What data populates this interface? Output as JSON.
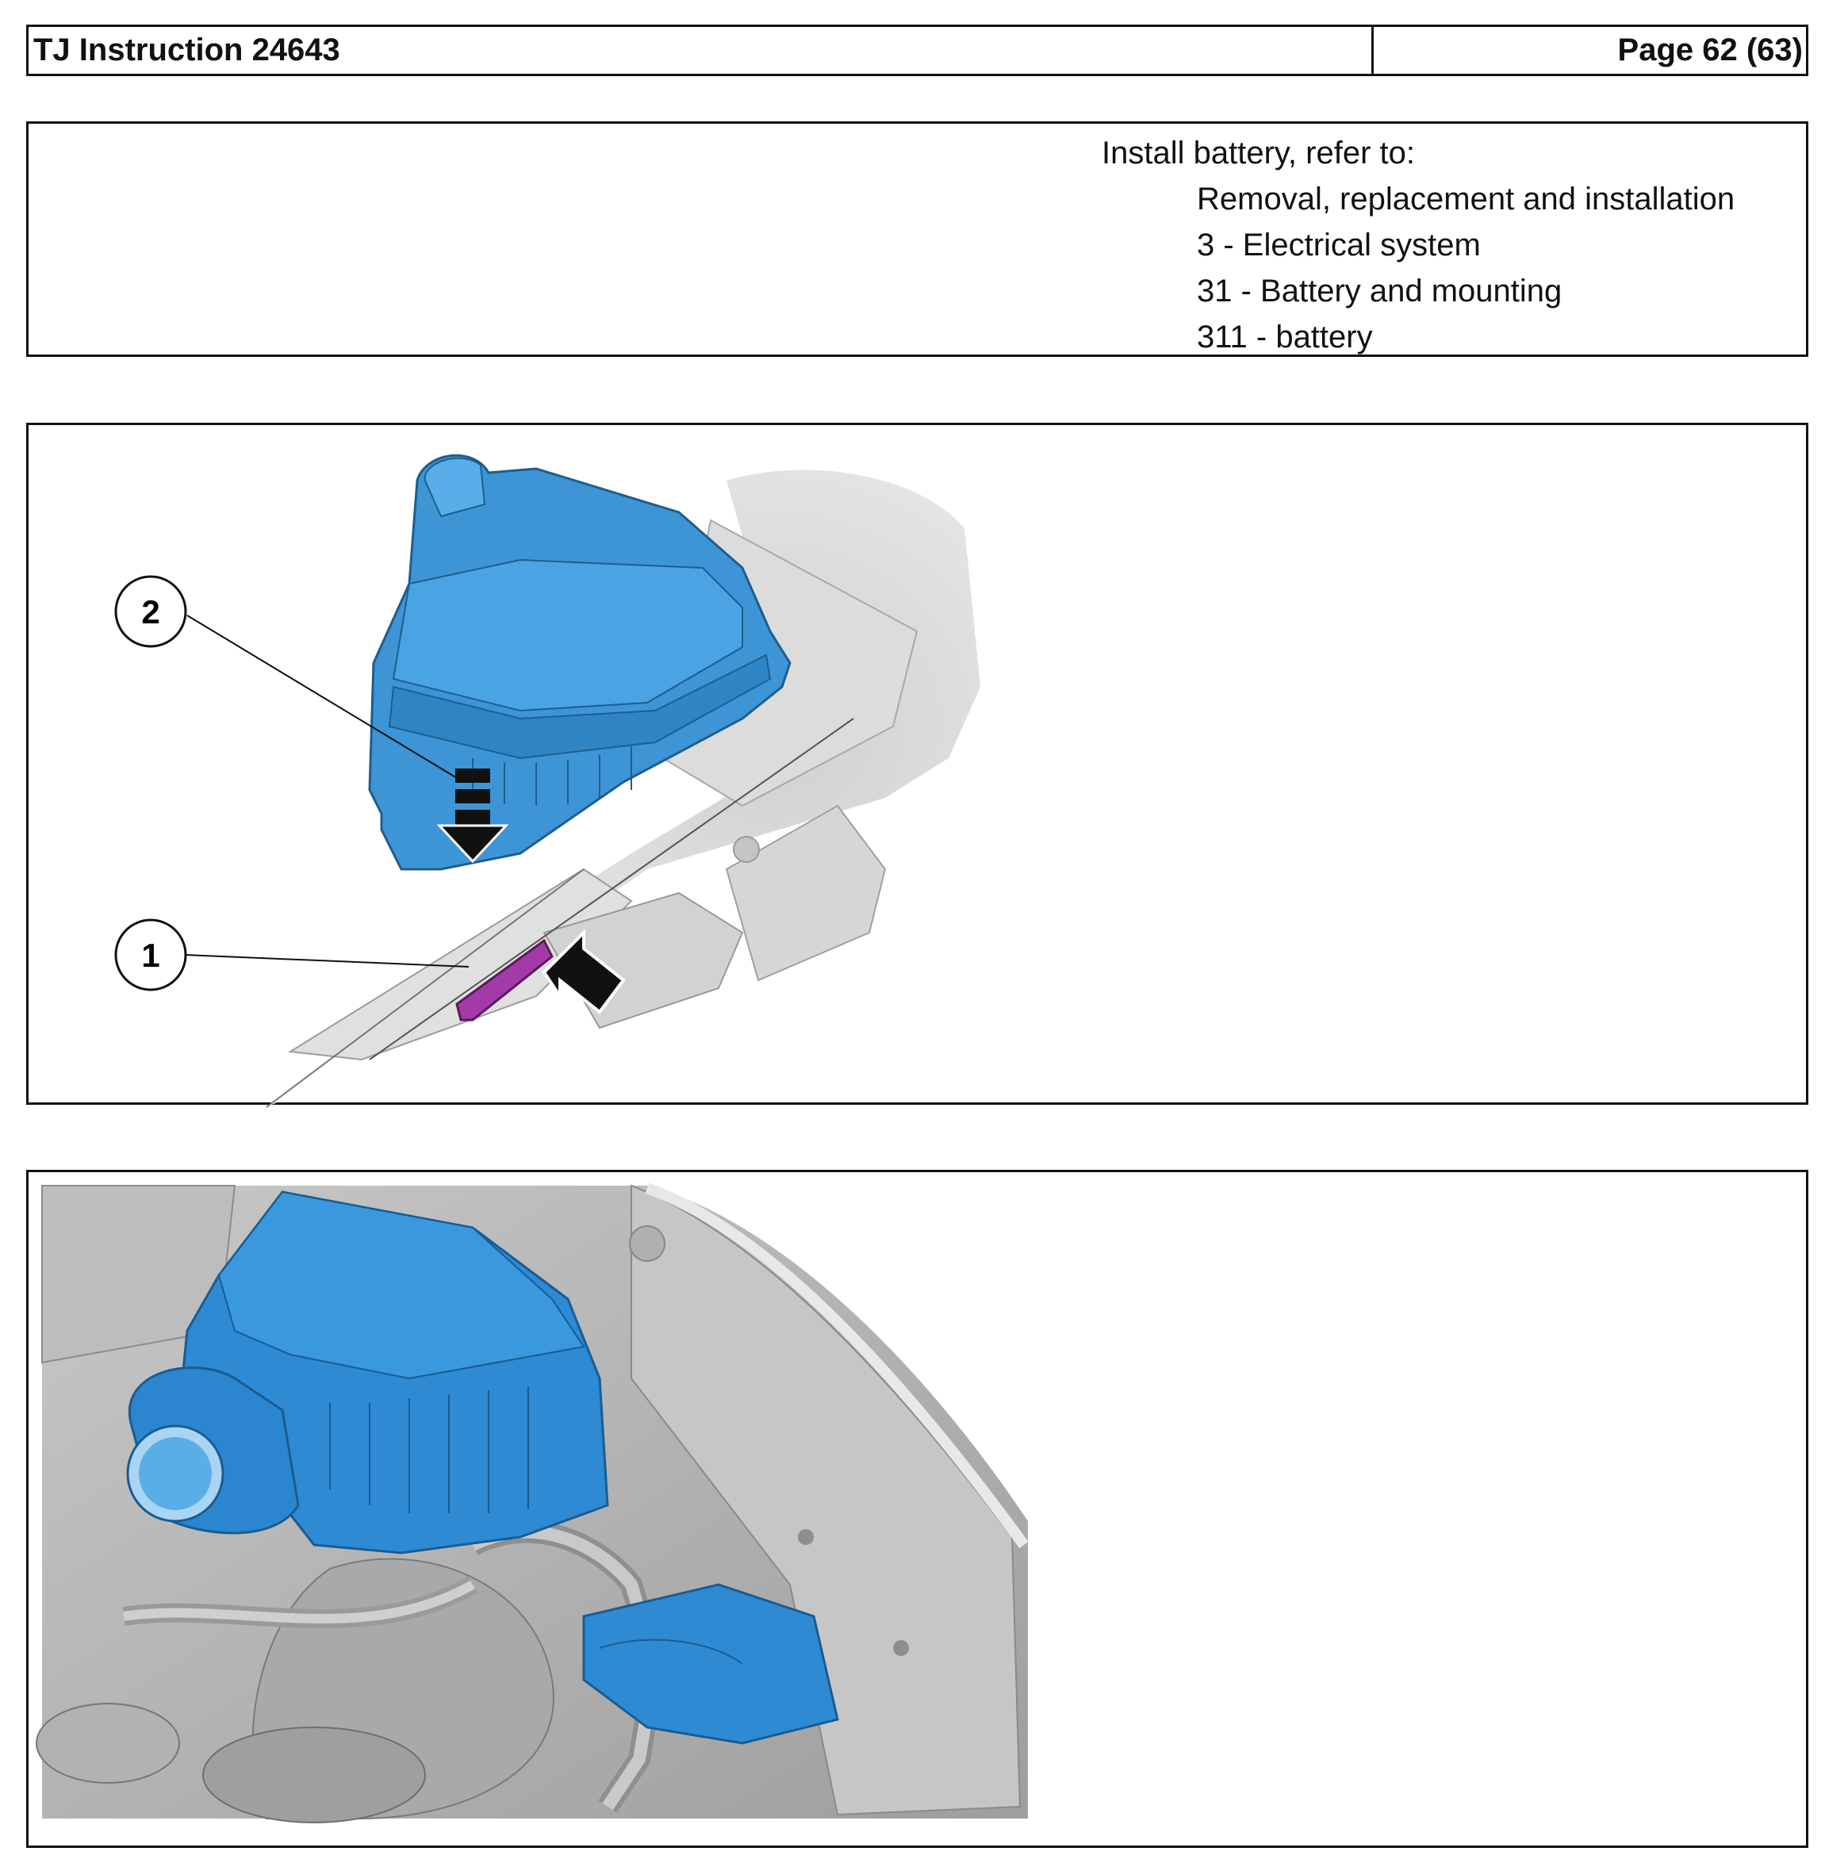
{
  "header": {
    "title": "TJ Instruction 24643",
    "page": "Page 62 (63)"
  },
  "instruction": {
    "lead": "Install battery, refer to:",
    "refs": [
      "Removal, replacement and installation",
      "3 - Electrical system",
      "31 - Battery and mounting",
      "311 - battery"
    ]
  },
  "figure1": {
    "callouts": [
      "2",
      "1"
    ],
    "colors": {
      "airbox": "#3d95d6",
      "clip": "#a43aa8",
      "body": "#d9d9d9"
    }
  },
  "figure2": {
    "colors": {
      "airbox": "#2d8ad3",
      "engine_bay": "#b4b4b4"
    }
  }
}
